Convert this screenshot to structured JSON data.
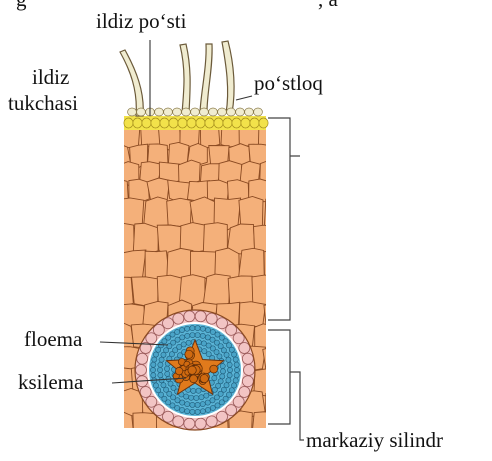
{
  "labels": {
    "top_cut": "g",
    "top_cut_right": ", a",
    "ildiz_tukchasi_1": "ildiz",
    "ildiz_tukchasi_2": "tukchasi",
    "ildiz_postI": "ildiz po‘sti",
    "postloq": "po‘stloq",
    "floema": "floema",
    "ksilema": "ksilema",
    "markaziy_silindr": "markaziy silindr"
  },
  "colors": {
    "cortex_fill": "#f4b07a",
    "cell_line": "#8a4a22",
    "epidermis": "#f2e24a",
    "endodermis_ring": "#f2c4c4",
    "phloem": "#5ab4d6",
    "xylem": "#e07a1c",
    "root_hair": "#f0ecd0",
    "text": "#111111"
  }
}
